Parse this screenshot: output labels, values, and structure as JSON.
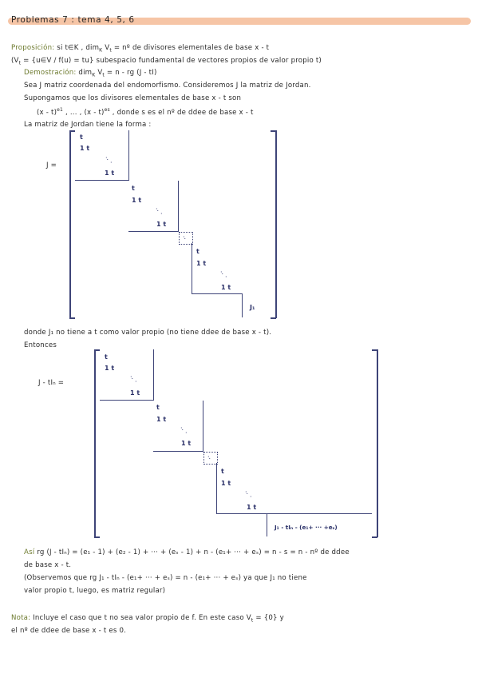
{
  "title": "Problemas 7 : tema 4, 5, 6",
  "prop": {
    "label": "Proposición:",
    "text1": "si t∈K , dim",
    "sub_k": "K",
    "text2": " V",
    "sub_t": "t",
    "text3": " = nº  de  divisores  elementales  de  base  x - t",
    "line2": "(V",
    "line2_sub": "t",
    "line2_rest": " = {u∈V / f(u) = tu} subespacio fundamental de vectores propios de valor propio t)"
  },
  "demo": {
    "label": "Demostración:",
    "formula": " dim",
    "sub_k": "K",
    "formula2": " V",
    "sub_t": "t",
    "formula3": " = n - rg (J - tI)"
  },
  "texts": {
    "l1": "Sea  J  matriz  coordenada  del  endomorfismo.  Consideremos  J  la  matriz  de  Jordan.",
    "l2": "Supongamos  que  los  divisores  elementales  de  base  x - t  son",
    "l3a": "(x - t)",
    "l3a_sup": "e1",
    "l3b": " ,  ... ,  (x - t)",
    "l3b_sup": "es",
    "l3c": "  ,  donde  s  es  el   nº  de  ddee  de  base  x - t",
    "l4": "La  matriz  de  Jordan  tiene  la  forma :",
    "donde": "donde    J₁  no  tiene  a  t  como  valor propio  (no  tiene  ddee  de  base   x - t).",
    "entonces": "Entonces"
  },
  "matrix1": {
    "label": "J =",
    "t": "t",
    "one_t": "1  t",
    "last_block": "J₁"
  },
  "matrix2": {
    "label": "J - tIₙ =",
    "t": "t",
    "one_t": "1  t",
    "last_block": "J₁ - tIₙ - (e₁+ ··· +eₛ)"
  },
  "conclusion": {
    "l1a": "Así",
    "l1b": " rg (J - tIₙ) = (e₁ - 1) + (e₂ - 1) + ··· + (eₛ - 1) + n - (e₁+ ··· + eₛ) = n - s = n - nº  de  ddee",
    "l2": "de  base   x - t.",
    "l3": "(Observemos  que  rg  J₁ - tIₙ - (e₁+ ··· + eₛ) = n - (e₁+ ··· + eₛ)  ya que  J₁  no  tiene",
    "l4": "valor  propio  t,  luego,  es  matriz  regular)"
  },
  "nota": {
    "label": "Nota:",
    "l1": " Incluye  el  caso  que  t   no  sea  valor  propio  de  f.  En  este  caso     V",
    "sub_t": "t",
    "l1_end": " = {0}  y",
    "l2": "el  nº  de  ddee   de  base   x - t   es  0."
  },
  "colors": {
    "highlight": "#f6c5a6",
    "olive": "#6d7a2e",
    "blue": "#3d4f9a",
    "ink": "#2a2a2a"
  }
}
